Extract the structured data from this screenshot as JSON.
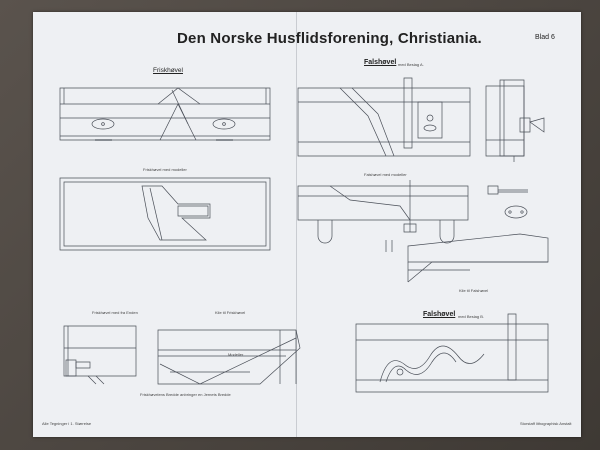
{
  "poster": {
    "title": "Den Norske Husflidsforening, Christiania.",
    "sheet_number": "Blad 6"
  },
  "figures": {
    "friskhovel": "Friskhøvel",
    "friskhovel_sectioned": "Friskhøvel med modeller",
    "friskhovel_ends": "Friskhøvel med fra Enden",
    "kile": "Kile til Friskhøvel",
    "kile_label": "Modeller",
    "friskhovel_bottom": "Friskhøvelens Bredde anbringer en Jernets Bredde",
    "falshovel_a_main": "Falshøvel",
    "falshovel_a_sub": "med Beslag A.",
    "falshovel_section": "Falshøvel med modeller",
    "kile_falshovel": "Kile til Falshøvel",
    "falshovel_b_main": "Falshøvel",
    "falshovel_b_sub": "med Beslag B."
  },
  "footer": {
    "left": "Alle Tegninger i 1. Størrelse",
    "right": "Storstaff lithographisk Anstalt"
  }
}
